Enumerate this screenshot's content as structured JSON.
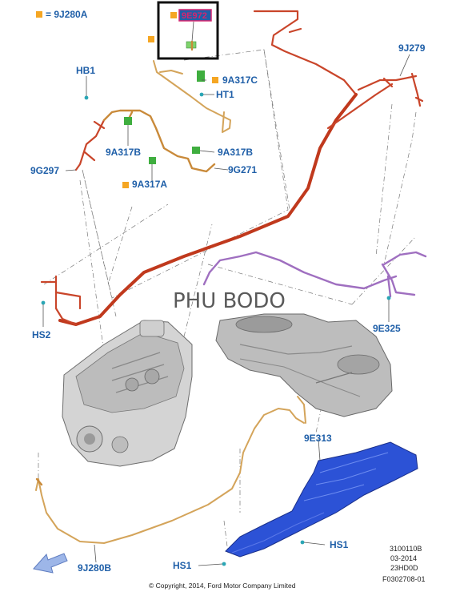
{
  "legend": {
    "marker_color": "#f5a623",
    "text": "= 9J280A"
  },
  "callouts": {
    "c_9E972": "9E972",
    "c_9A317C": "9A317C",
    "c_HT1": "HT1",
    "c_HB1": "HB1",
    "c_9J279": "9J279",
    "c_9A317B_left": "9A317B",
    "c_9A317B_right": "9A317B",
    "c_9G297": "9G297",
    "c_9G271": "9G271",
    "c_9A317A": "9A317A",
    "c_HS2": "HS2",
    "c_9E325": "9E325",
    "c_9E313": "9E313",
    "c_HS1_right": "HS1",
    "c_HS1_bottom": "HS1",
    "c_9J280B": "9J280B"
  },
  "watermark": "PHU BODO",
  "reference": {
    "line1": "3100110B",
    "line2": "03-2014",
    "line3": "23HD0D",
    "line4": "F0302708-01"
  },
  "copyright": "© Copyright, 2014, Ford Motor Company Limited",
  "colors": {
    "callout_text": "#1f5fa8",
    "marker": "#f5a623",
    "highlight_box": "#111111",
    "highlight_label": "#d6246e",
    "red_pipe": "#c9452a",
    "orange_pipe": "#c98a3a",
    "purple_pipe": "#9f6fc0",
    "shield": "#2c52d6",
    "clip_green": "#3fae3f"
  },
  "icons": {
    "direction_arrow": "front-arrow-icon",
    "engine": "engine-icon",
    "fuel_tank": "fuel-tank-icon",
    "heat_shield": "heat-shield-icon"
  }
}
